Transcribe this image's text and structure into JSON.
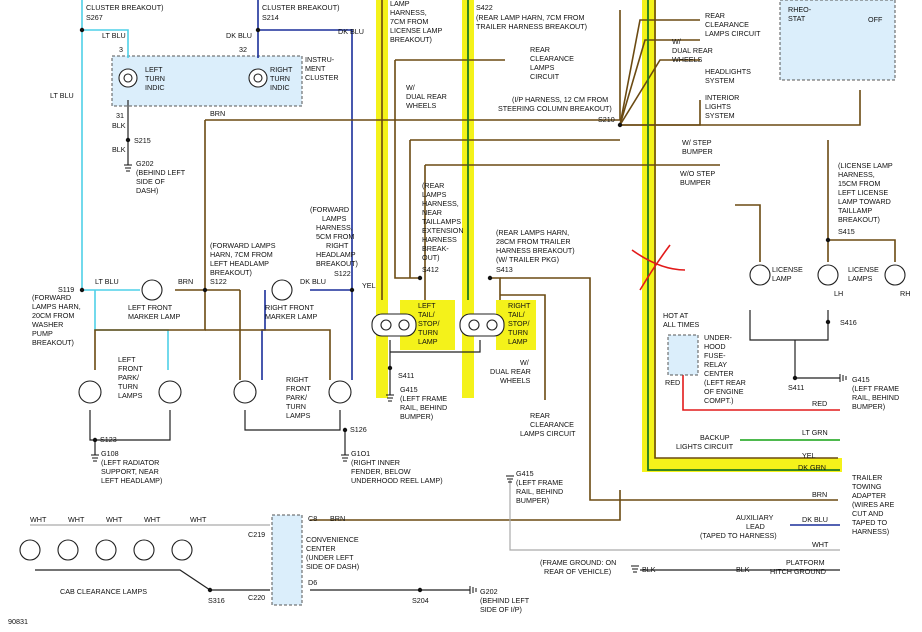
{
  "figure_id": "90831",
  "top_labels": {
    "cluster_s267": "CLUSTER BREAKOUT)",
    "s267": "S267",
    "cluster_s214": "CLUSTER BREAKOUT)",
    "s214": "S214",
    "rear_lamp_harn_top": [
      "LAMP",
      "HARNESS,",
      "7CM FROM",
      "LICENSE LAMP",
      "BREAKOUT)"
    ],
    "s422": "S422",
    "s422_desc": [
      "(REAR LAMP HARN, 7CM FROM",
      "TRAILER HARNESS BREAKOUT)"
    ],
    "rheostat": [
      "RHEO-",
      "STAT"
    ],
    "off": "OFF"
  },
  "cluster": {
    "title": [
      "INSTRU-",
      "MENT",
      "CLUSTER"
    ],
    "left_lamp": [
      "LEFT",
      "TURN",
      "INDIC"
    ],
    "right_lamp": [
      "RIGHT",
      "TURN",
      "INDIC"
    ],
    "pin_left": "3",
    "pin_right": "32",
    "pin_31": "31",
    "wire_lt_blu": "LT BLU",
    "wire_dk_blu": "DK BLU",
    "wire_blk": "BLK",
    "s215": "S215",
    "g202": "G202",
    "g202_desc": [
      "(BEHIND LEFT",
      "SIDE OF",
      "DASH)"
    ]
  },
  "wires": {
    "lt_blu": "LT BLU",
    "dk_blu": "DK BLU",
    "brn": "BRN",
    "blk": "BLK",
    "yel": "YEL",
    "dk_grn": "DK GRN",
    "wht": "WHT",
    "red": "RED",
    "lt_grn": "LT GRN"
  },
  "front": {
    "s119": "S119",
    "s119_desc": [
      "(FORWARD",
      "LAMPS HARN,",
      "20CM FROM",
      "WASHER",
      "PUMP",
      "BREAKOUT)"
    ],
    "left_marker": [
      "LEFT FRONT",
      "MARKER LAMP"
    ],
    "right_marker": [
      "RIGHT FRONT",
      "MARKER LAMP"
    ],
    "s122a": "S122",
    "s122a_desc": [
      "(FORWARD LAMPS",
      "HARN, 7CM FROM",
      "LEFT HEADLAMP",
      "BREAKOUT)"
    ],
    "s122b": "S122",
    "s122b_desc": [
      "(FORWARD",
      "LAMPS",
      "HARNESS,",
      "5CM FROM",
      "RIGHT",
      "HEADLAMP",
      "BREAKOUT)"
    ],
    "left_park": [
      "LEFT",
      "FRONT",
      "PARK/",
      "TURN",
      "LAMPS"
    ],
    "right_park": [
      "RIGHT",
      "FRONT",
      "PARK/",
      "TURN",
      "LAMPS"
    ],
    "s123": "S123",
    "s126": "S126",
    "g108": "G108",
    "g108_desc": [
      "(LEFT RADIATOR",
      "SUPPORT, NEAR",
      "LEFT HEADLAMP)"
    ],
    "g101": "G1O1",
    "g101_desc": [
      "(RIGHT INNER",
      "FENDER, BELOW",
      "UNDERHOOD REEL LAMP)"
    ]
  },
  "rear": {
    "s412": "S412",
    "s412_desc": [
      "(REAR",
      "LAMPS",
      "HARNESS,",
      "NEAR",
      "TAILLAMPS",
      "EXTENSION",
      "HARNESS",
      "BREAK-",
      "OUT)"
    ],
    "s413": "S413",
    "s413_desc": [
      "(REAR LAMPS HARN,",
      "28CM FROM TRAILER",
      "HARNESS BREAKOUT)",
      "(W/ TRAILER PKG)"
    ],
    "left_tail": [
      "LEFT",
      "TAIL/",
      "STOP/",
      "TURN",
      "LAMP"
    ],
    "right_tail": [
      "RIGHT",
      "TAIL/",
      "STOP/",
      "TURN",
      "LAMP"
    ],
    "s411": "S411",
    "g415": "G415",
    "g415_desc": [
      "(LEFT FRAME",
      "RAIL, BEHIND",
      "BUMPER)"
    ],
    "w_dual_a": [
      "W/",
      "DUAL REAR",
      "WHEELS"
    ],
    "w_dual_b": [
      "W/",
      "DUAL REAR",
      "WHEELS"
    ],
    "rear_clear_a": [
      "REAR",
      "CLEARANCE",
      "LAMPS",
      "CIRCUIT"
    ],
    "rear_clear_b": [
      "REAR",
      "CLEARANCE",
      "LAMPS CIRCUIT"
    ],
    "rear_clear_top": [
      "REAR",
      "CLEARANCE",
      "LAMPS CIRCUIT"
    ],
    "dual_rear": [
      "W/",
      "DUAL REAR",
      "WHEELS"
    ],
    "headlights": [
      "HEADLIGHTS",
      "SYSTEM"
    ],
    "interior": [
      "INTERIOR",
      "LIGHTS",
      "SYSTEM"
    ],
    "s210": "S210",
    "s210_desc": [
      "(I/P HARNESS, 12 CM FROM",
      "STEERING COLUMN BREAKOUT)"
    ],
    "w_step": [
      "W/ STEP",
      "BUMPER"
    ],
    "wo_step": [
      "W/O STEP",
      "BUMPER"
    ],
    "license_lamp_desc": [
      "(LICENSE LAMP",
      "HARNESS,",
      "15CM FROM",
      "LEFT LICENSE",
      "LAMP TOWARD",
      "TAILLAMP",
      "BREAKOUT)"
    ],
    "s415": "S415",
    "license_lamp": [
      "LICENSE",
      "LAMP"
    ],
    "license_lamps": [
      "LICENSE",
      "LAMPS"
    ],
    "lh": "LH",
    "rh": "RH",
    "s416": "S416",
    "hot": [
      "HOT AT",
      "ALL TIMES"
    ],
    "fuse_center": [
      "UNDER-",
      "HOOD",
      "FUSE-",
      "RELAY",
      "CENTER",
      "(LEFT REAR",
      "OF ENGINE",
      "COMPT.)"
    ],
    "s411b": "S411",
    "g415b_desc": [
      "(LEFT FRAME",
      "RAIL, BEHIND",
      "BUMPER)"
    ],
    "backup": [
      "BACKUP",
      "LIGHTS CIRCUIT"
    ],
    "trailer": [
      "TRAILER",
      "TOWING",
      "ADAPTER",
      "(WIRES ARE",
      "CUT AND",
      "TAPED TO",
      "HARNESS)"
    ],
    "aux": [
      "AUXILIARY",
      "LEAD",
      "(TAPED TO HARNESS)"
    ],
    "frame_ground": [
      "(FRAME GROUND: ON",
      "REAR OF VEHICLE)"
    ],
    "platform": [
      "PLATFORM",
      "HITCH GROUND"
    ],
    "g415c": "G415",
    "g415c_desc": [
      "(LEFT FRAME",
      "RAIL, BEHIND",
      "BUMPER)"
    ]
  },
  "bottom": {
    "cab_lamps": "CAB CLEARANCE LAMPS",
    "c219": "C219",
    "c220": "C220",
    "c8": "C8",
    "d6": "D6",
    "convenience": [
      "CONVENIENCE",
      "CENTER",
      "(UNDER LEFT",
      "SIDE OF DASH)"
    ],
    "s316": "S316",
    "s204": "S204",
    "g202b": "G202",
    "g202b_desc": [
      "(BEHIND LEFT",
      "SIDE OF I/P)"
    ]
  }
}
